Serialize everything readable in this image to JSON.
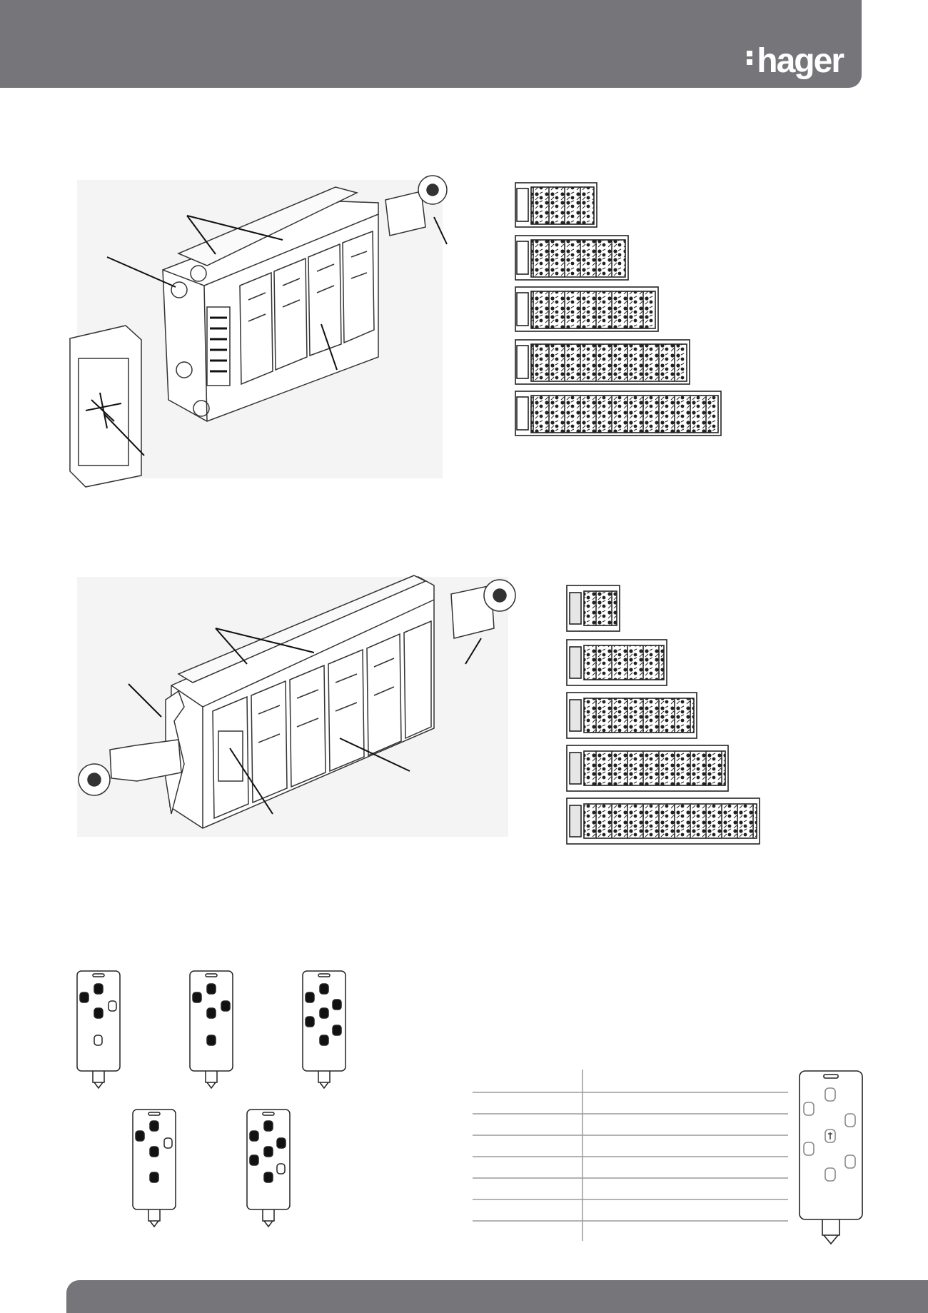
{
  "brand": {
    "name": "hager",
    "header_color": "#76767a",
    "footer_color": "#76767a"
  },
  "figures": {
    "enclosure_1": {
      "icon": "surface-mounted-enclosure-icon"
    },
    "range_1": {
      "icon": "enclosure-range-icon",
      "count": 5
    },
    "enclosure_2": {
      "icon": "din-rail-enclosure-icon"
    },
    "range_2": {
      "icon": "enclosure-range-icon",
      "count": 5
    },
    "faceplates": {
      "icon": "socket-faceplate-icon",
      "count": 5
    },
    "table": {
      "rows": 7,
      "columns": 2
    },
    "pinout": {
      "icon": "socket-pinout-icon"
    }
  }
}
